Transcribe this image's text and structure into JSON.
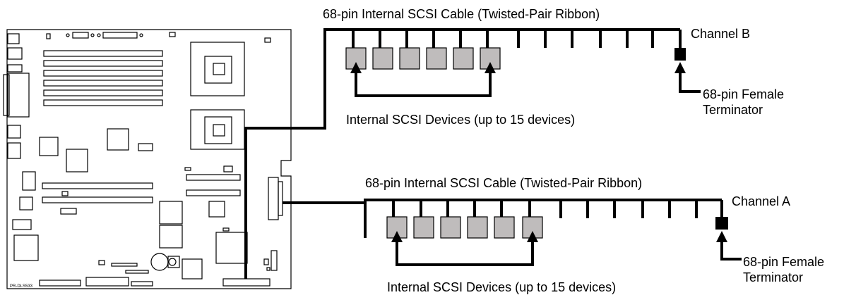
{
  "board": {
    "model_label": "PR-DLS533"
  },
  "channel_b": {
    "cable_label": "68-pin Internal SCSI Cable (Twisted-Pair Ribbon)",
    "channel_label": "Channel B",
    "terminator_label_line1": "68-pin Female",
    "terminator_label_line2": "Terminator",
    "devices_label": "Internal SCSI Devices (up to 15 devices)"
  },
  "channel_a": {
    "cable_label": "68-pin Internal SCSI Cable (Twisted-Pair Ribbon)",
    "channel_label": "Channel A",
    "terminator_label_line1": "68-pin Female",
    "terminator_label_line2": "Terminator",
    "devices_label": "Internal SCSI Devices (up to 15 devices)"
  },
  "colors": {
    "device_fill": "#bfbcbc",
    "line": "#000000",
    "background": "#ffffff"
  }
}
